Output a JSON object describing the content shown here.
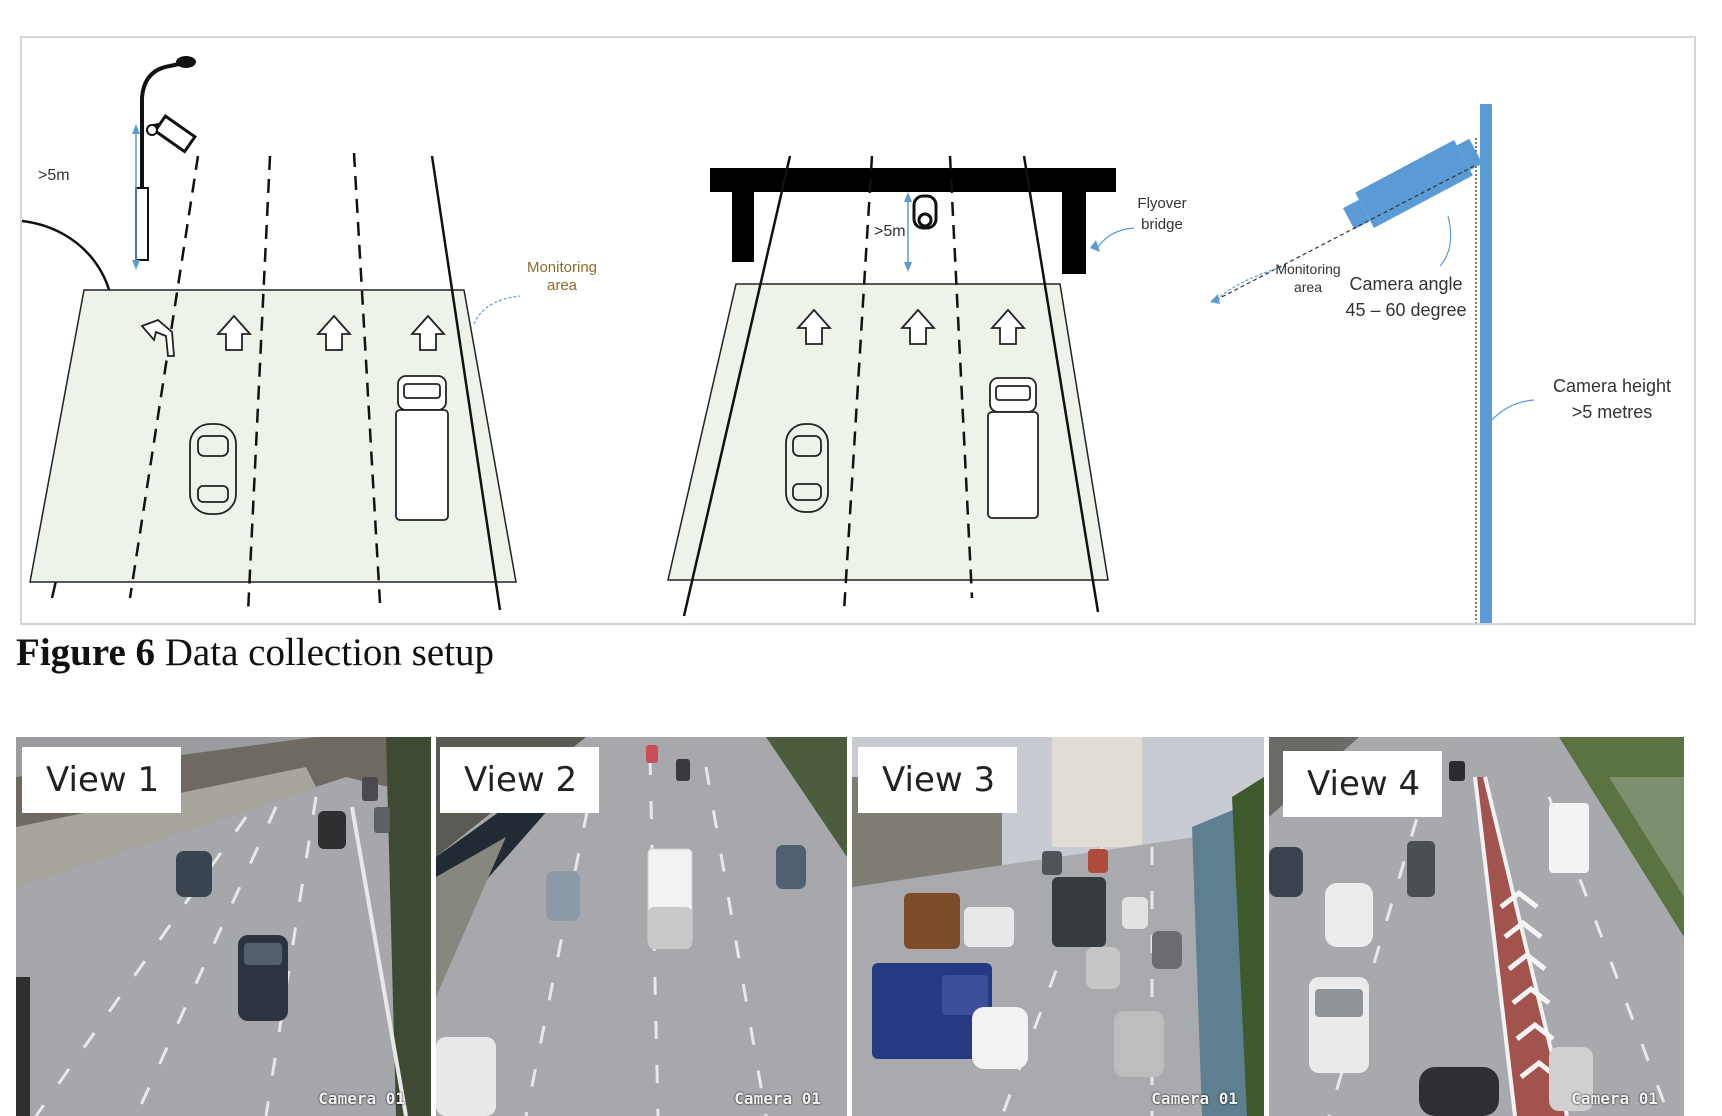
{
  "figure": {
    "label": "Figure 6",
    "caption": " Data collection setup"
  },
  "diagram": {
    "left_panel": {
      "height_label": ">5m",
      "area_label_1": "Monitoring",
      "area_label_2": "area"
    },
    "middle_panel": {
      "height_label": ">5m",
      "bridge_label_1": "Flyover",
      "bridge_label_2": "bridge"
    },
    "right_panel": {
      "area_label_1": "Monitoring",
      "area_label_2": "area",
      "angle_label_1": "Camera angle",
      "angle_label_2": "45 – 60 degree",
      "height_label_1": "Camera height",
      "height_label_2": ">5 metres"
    },
    "colors": {
      "road_fill": "#eef3ea",
      "camera_blue": "#5b9bd5"
    }
  },
  "views": [
    {
      "label": "View 1",
      "camera": "Camera 01"
    },
    {
      "label": "View 2",
      "camera": "Camera 01"
    },
    {
      "label": "View 3",
      "camera": "Camera 01"
    },
    {
      "label": "View 4",
      "camera": "Camera 01"
    }
  ]
}
